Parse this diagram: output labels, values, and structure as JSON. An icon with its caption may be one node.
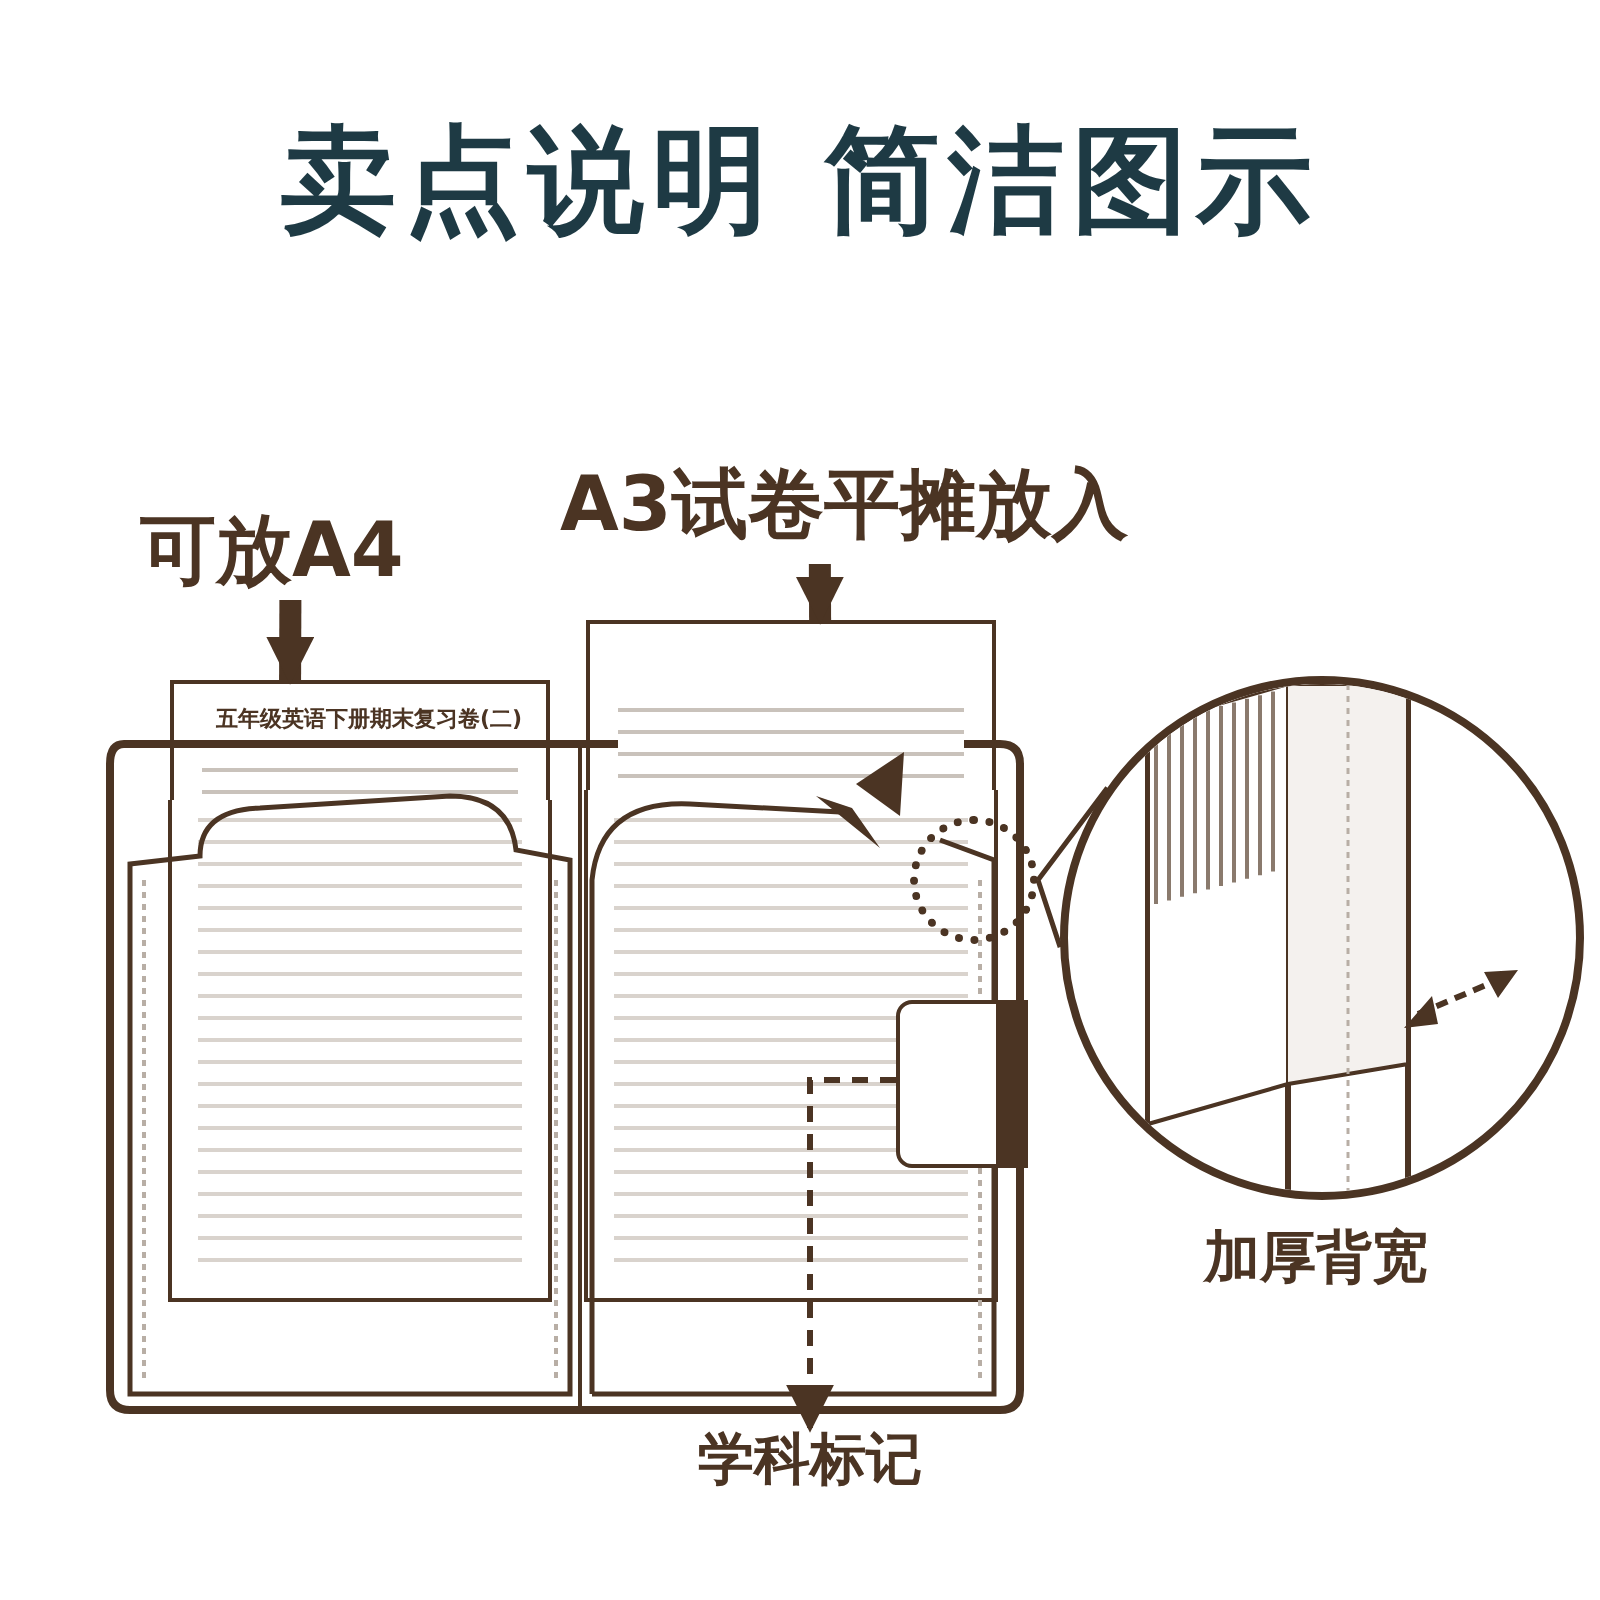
{
  "diagram": {
    "title": "卖点说明 简洁图示",
    "nodes": [
      {
        "text": [
          "可放A4"
        ]
      },
      {
        "text": [],
        "shape": "box"
      },
      {
        "text": [
          "A3试卷平摊放入"
        ]
      },
      {
        "text": [],
        "shape": "box"
      },
      {
        "text": [],
        "shape": "box"
      },
      {
        "text": [
          "学科标记"
        ]
      },
      {
        "text": [],
        "shape": "circle"
      },
      {
        "text": [],
        "shape": "circle",
        "beside": [
          "加厚背宽"
        ]
      }
    ],
    "edges": [
      {
        "from": 0,
        "to": 1,
        "arrow": "to",
        "style": "thick"
      },
      {
        "from": 2,
        "to": 3,
        "arrow": "to",
        "style": "thick"
      },
      {
        "from": 4,
        "to": 5,
        "arrow": "to",
        "style": "dashed"
      },
      {
        "from": 6,
        "to": 7,
        "arrow": "none"
      }
    ],
    "labels": [
      "五年级英语下册期末复习卷(二)"
    ]
  }
}
